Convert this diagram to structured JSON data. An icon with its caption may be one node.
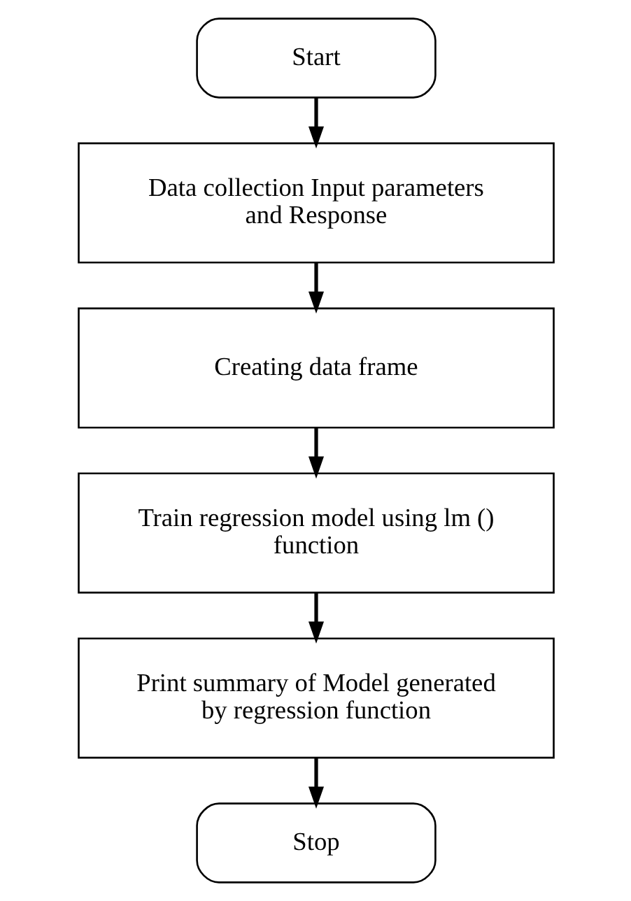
{
  "diagram": {
    "nodes": [
      {
        "text": [
          "Start"
        ]
      },
      {
        "text": [
          "Data collection Input parameters and Response"
        ]
      },
      {
        "text": [
          "Creating data frame"
        ]
      },
      {
        "text": [
          "Train regression model using lm () function"
        ]
      },
      {
        "text": [
          "Print summary of Model generated by regression function"
        ]
      },
      {
        "text": [
          "Stop"
        ]
      }
    ],
    "edges": [
      {
        "from": 0,
        "to": 1,
        "arrow": "to"
      },
      {
        "from": 1,
        "to": 2,
        "arrow": "to"
      },
      {
        "from": 2,
        "to": 3,
        "arrow": "to"
      },
      {
        "from": 3,
        "to": 4,
        "arrow": "to"
      },
      {
        "from": 4,
        "to": 5,
        "arrow": "to"
      }
    ]
  }
}
